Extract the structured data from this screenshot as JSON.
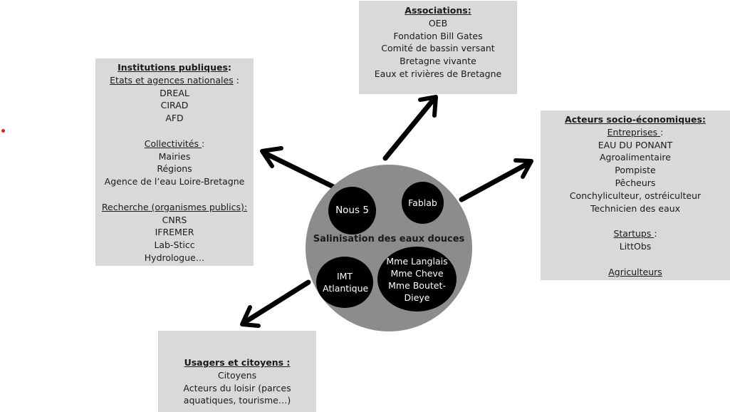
{
  "hub": {
    "title": "Salinisation des eaux douces",
    "members": [
      {
        "label": "Nous 5"
      },
      {
        "label": "Fablab"
      },
      {
        "label": "IMT Atlantique"
      },
      {
        "label_lines": [
          "Mme Langlais",
          "Mme Cheve",
          "Mme Boutet-",
          "Dieye"
        ]
      }
    ],
    "colors": {
      "hub": "#8c8c8c",
      "bubble": "#000000",
      "box": "#d9d9d9"
    }
  },
  "institutions": {
    "title": "Institutions publiques",
    "title_suffix": ":",
    "groups": [
      {
        "heading": "Etats et agences nationales",
        "suffix": " :",
        "items": [
          "DREAL",
          "CIRAD",
          "AFD"
        ]
      },
      {
        "heading": "Collectivités ",
        "suffix": ":",
        "items": [
          "Mairies",
          "Régions",
          "Agence de l’eau Loire-Bretagne"
        ]
      },
      {
        "heading": "Recherche (organismes publics):",
        "suffix": "",
        "items": [
          "CNRS",
          "IFREMER",
          "Lab-Sticc",
          "Hydrologue…"
        ]
      }
    ]
  },
  "associations": {
    "title": "Associations: ",
    "items": [
      "OEB",
      "Fondation Bill Gates",
      "Comité de bassin versant",
      "Bretagne vivante",
      "Eaux et rivières de Bretagne"
    ]
  },
  "socio": {
    "title": "Acteurs socio-économiques: ",
    "groups": [
      {
        "heading": "Entreprises ",
        "suffix": ":",
        "items": [
          "EAU DU PONANT",
          "Agroalimentaire",
          "Pompiste",
          "Pêcheurs",
          "Conchyliculteur, ostréiculteur",
          "Technicien des eaux"
        ]
      },
      {
        "heading": "Startups ",
        "suffix": ":",
        "items": [
          "LittObs"
        ]
      },
      {
        "heading": "Agriculteurs",
        "suffix": "",
        "items": []
      }
    ]
  },
  "usagers": {
    "title": "Usagers et citoyens :",
    "items": [
      "Citoyens",
      "Acteurs du loisir (parces aquatiques, tourisme…)"
    ]
  }
}
